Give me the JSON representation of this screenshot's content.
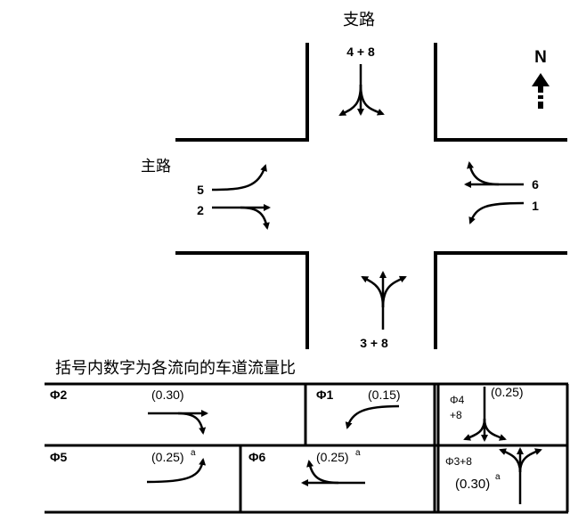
{
  "labels": {
    "minor_road": "支路",
    "major_road": "主路",
    "north": "N",
    "north_approach": "4 + 8",
    "south_approach": "3 + 8",
    "movement_5": "5",
    "movement_2": "2",
    "movement_6": "6",
    "movement_1": "1"
  },
  "table": {
    "title": "括号内数字为各流向的车道流量比",
    "phases": [
      {
        "phase": "Φ2",
        "ratio": "(0.30)",
        "superscript": ""
      },
      {
        "phase": "Φ1",
        "ratio": "(0.15)",
        "superscript": ""
      },
      {
        "phase": "Φ4",
        "phase_line2": "+8",
        "ratio": "(0.25)",
        "superscript": ""
      },
      {
        "phase": "Φ5",
        "ratio": "(0.25)",
        "superscript": "a"
      },
      {
        "phase": "Φ6",
        "ratio": "(0.25)",
        "superscript": "a"
      },
      {
        "phase": "Φ3+8",
        "ratio": "(0.30)",
        "superscript": "a"
      }
    ]
  }
}
